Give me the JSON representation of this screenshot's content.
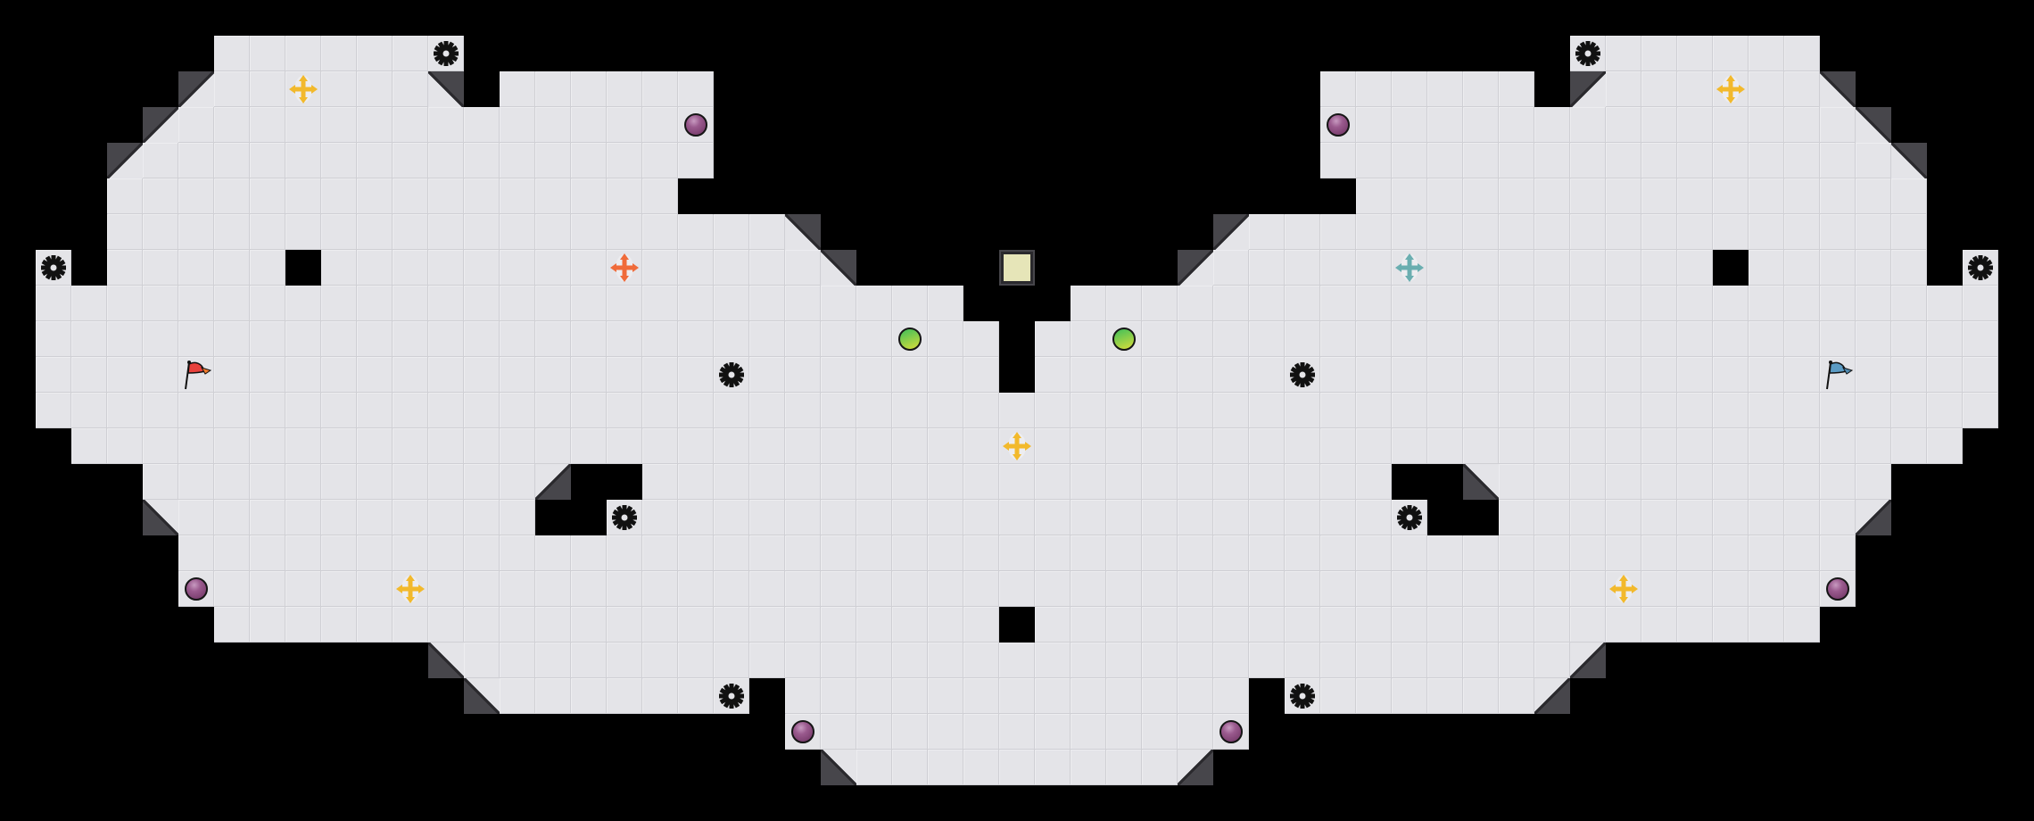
{
  "game": {
    "view": "map-overview",
    "colors": {
      "floor": "#e4e4e8",
      "wall": "#47464b",
      "background": "#000000",
      "red_team": "#e8413c",
      "blue_team": "#5b9bc4",
      "neutral_boost": "#f2b92c",
      "red_boost": "#f06b3a",
      "blue_boost": "#6aaeb0",
      "bomb": "#8a4f7d",
      "gate_tile": "#e6e5b8"
    },
    "items": {
      "spikes": {
        "icon": "spike-gear-icon",
        "count": 10
      },
      "neutral_boosts": {
        "icon": "boost-arrows-icon",
        "count": 5
      },
      "team_boosts": {
        "icon": "boost-arrows-icon",
        "count": 2
      },
      "bombs": {
        "icon": "bomb-icon",
        "count": 6
      },
      "powerups": {
        "icon": "powerup-icon",
        "count": 2
      },
      "flags": {
        "icon": "flag-icon",
        "count": 2
      }
    }
  }
}
